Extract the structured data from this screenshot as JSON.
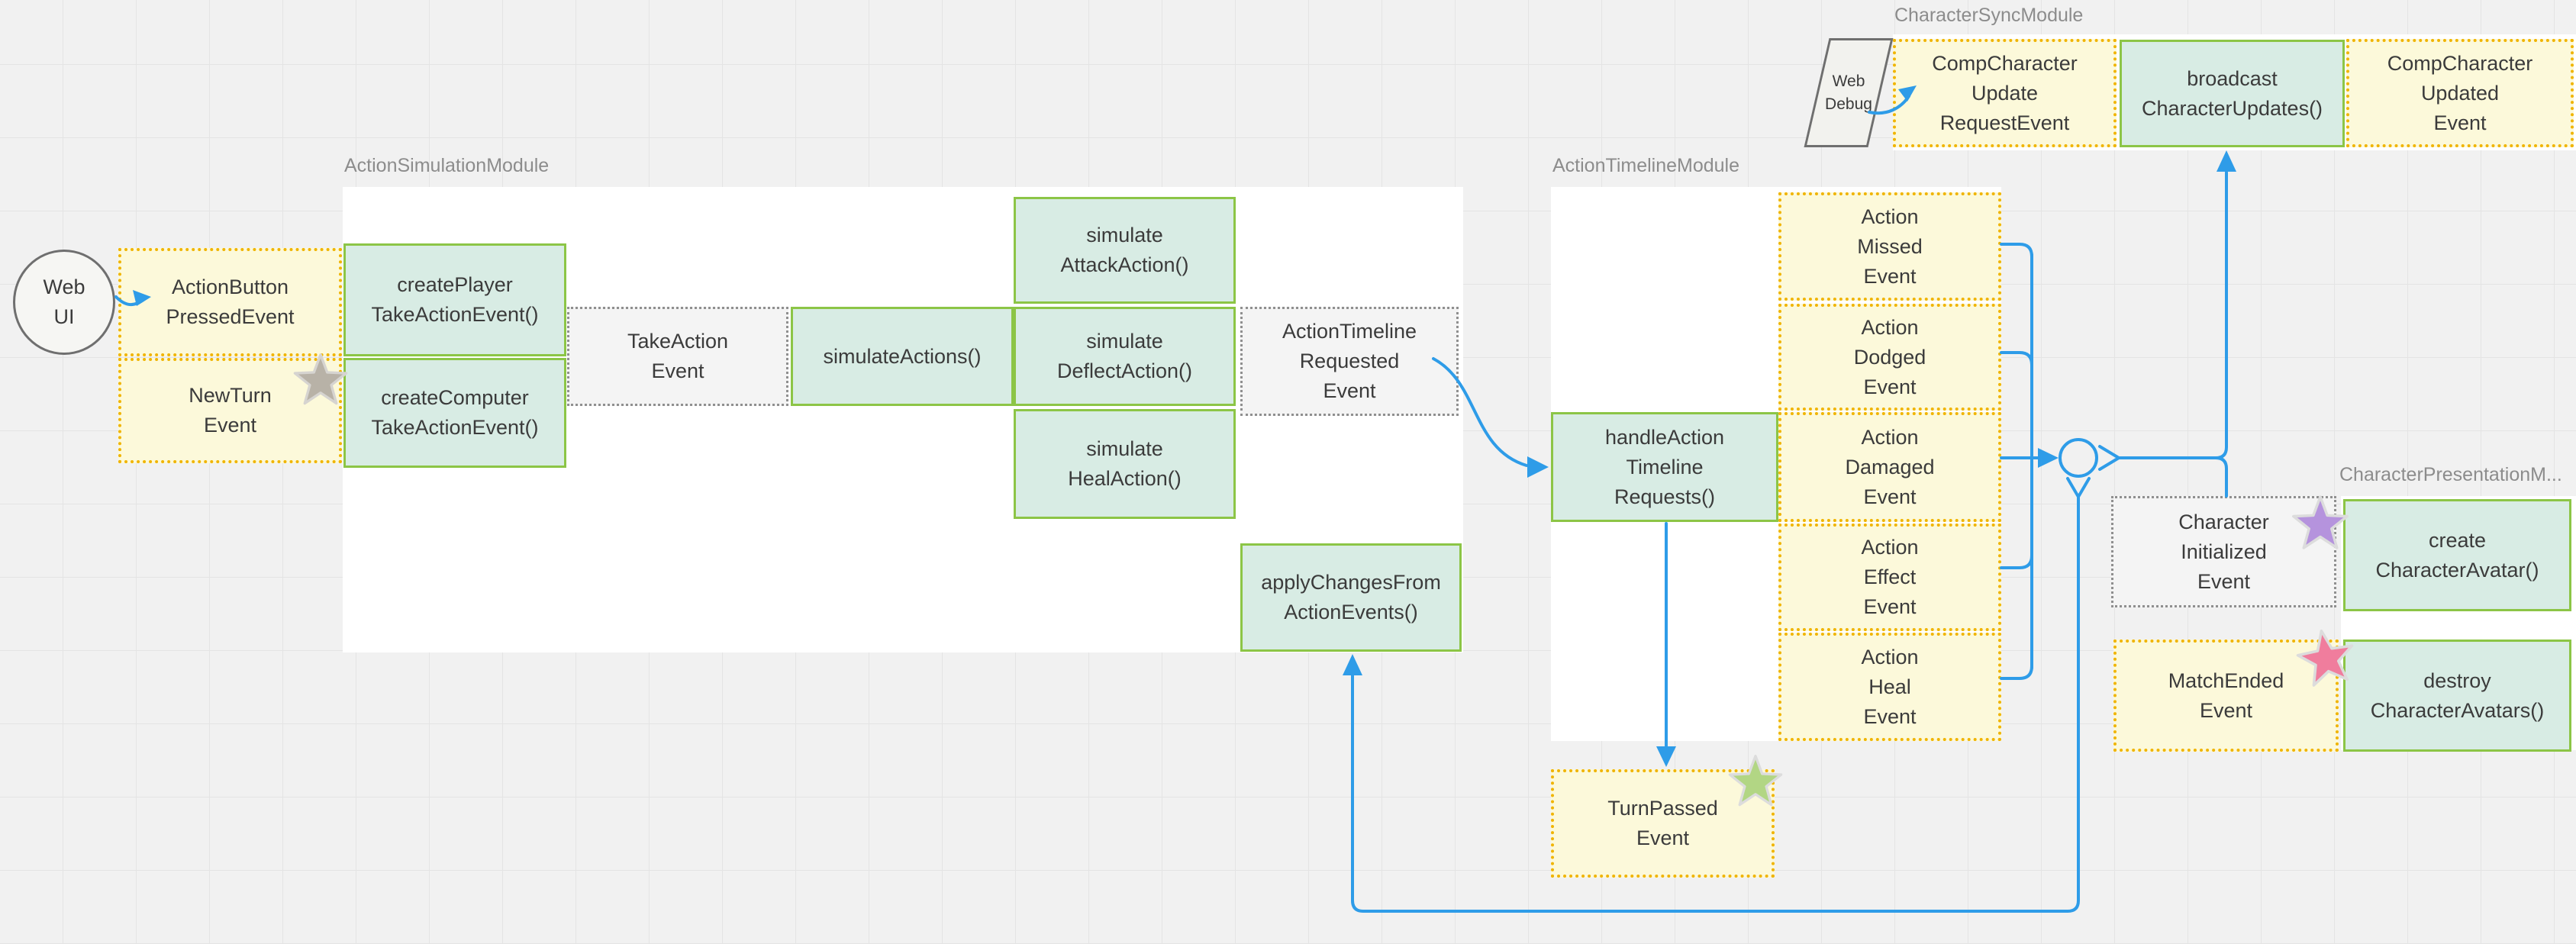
{
  "canvas": {
    "background": "#f1f1f1",
    "grid_color": "#e4e4e4"
  },
  "colors": {
    "event_fill": "#fcf9da",
    "event_border": "#f0b400",
    "method_fill": "#d8ece4",
    "method_border": "#8cc546",
    "neutral_fill": "#f4f4f4",
    "neutral_border": "#8f8f8f",
    "connector_blue": "#2e9ce8",
    "star_gray": "#b8b2a7",
    "star_green": "#b2d684",
    "star_purple": "#b593dd",
    "star_pink": "#f07d9d",
    "module_label_color": "#8c8c8c",
    "text_color": "#3b3b3b"
  },
  "modules": {
    "action_simulation": {
      "label": "ActionSimulationModule"
    },
    "action_timeline": {
      "label": "ActionTimelineModule"
    },
    "character_sync": {
      "label": "CharacterSyncModule"
    },
    "character_presentation": {
      "label": "CharacterPresentationM..."
    }
  },
  "nodes": {
    "web_ui": {
      "label": [
        "Web",
        "UI"
      ]
    },
    "action_button_pressed": {
      "label": [
        "ActionButton",
        "PressedEvent"
      ]
    },
    "new_turn": {
      "label": [
        "NewTurn",
        "Event"
      ]
    },
    "create_player": {
      "label": [
        "createPlayer",
        "TakeActionEvent()"
      ]
    },
    "create_computer": {
      "label": [
        "createComputer",
        "TakeActionEvent()"
      ]
    },
    "take_action": {
      "label": [
        "TakeAction",
        "Event"
      ]
    },
    "simulate_actions": {
      "label": [
        "simulateActions()"
      ]
    },
    "simulate_attack": {
      "label": [
        "simulate",
        "AttackAction()"
      ]
    },
    "simulate_deflect": {
      "label": [
        "simulate",
        "DeflectAction()"
      ]
    },
    "simulate_heal": {
      "label": [
        "simulate",
        "HealAction()"
      ]
    },
    "action_timeline_requested": {
      "label": [
        "ActionTimeline",
        "Requested",
        "Event"
      ]
    },
    "apply_changes": {
      "label": [
        "applyChangesFrom",
        "ActionEvents()"
      ]
    },
    "handle_action": {
      "label": [
        "handleAction",
        "Timeline",
        "Requests()"
      ]
    },
    "action_missed": {
      "label": [
        "Action",
        "Missed",
        "Event"
      ]
    },
    "action_dodged": {
      "label": [
        "Action",
        "Dodged",
        "Event"
      ]
    },
    "action_damaged": {
      "label": [
        "Action",
        "Damaged",
        "Event"
      ]
    },
    "action_effect": {
      "label": [
        "Action",
        "Effect",
        "Event"
      ]
    },
    "action_heal": {
      "label": [
        "Action",
        "Heal",
        "Event"
      ]
    },
    "turn_passed": {
      "label": [
        "TurnPassed",
        "Event"
      ]
    },
    "web_debug": {
      "label": [
        "Web",
        "Debug"
      ]
    },
    "comp_char_update_request": {
      "label": [
        "CompCharacter",
        "Update",
        "RequestEvent"
      ]
    },
    "broadcast_updates": {
      "label": [
        "broadcast",
        "CharacterUpdates()"
      ]
    },
    "comp_char_updated": {
      "label": [
        "CompCharacter",
        "Updated",
        "Event"
      ]
    },
    "character_initialized": {
      "label": [
        "Character",
        "Initialized",
        "Event"
      ]
    },
    "create_avatar": {
      "label": [
        "create",
        "CharacterAvatar()"
      ]
    },
    "match_ended": {
      "label": [
        "MatchEnded",
        "Event"
      ]
    },
    "destroy_avatars": {
      "label": [
        "destroy",
        "CharacterAvatars()"
      ]
    }
  }
}
